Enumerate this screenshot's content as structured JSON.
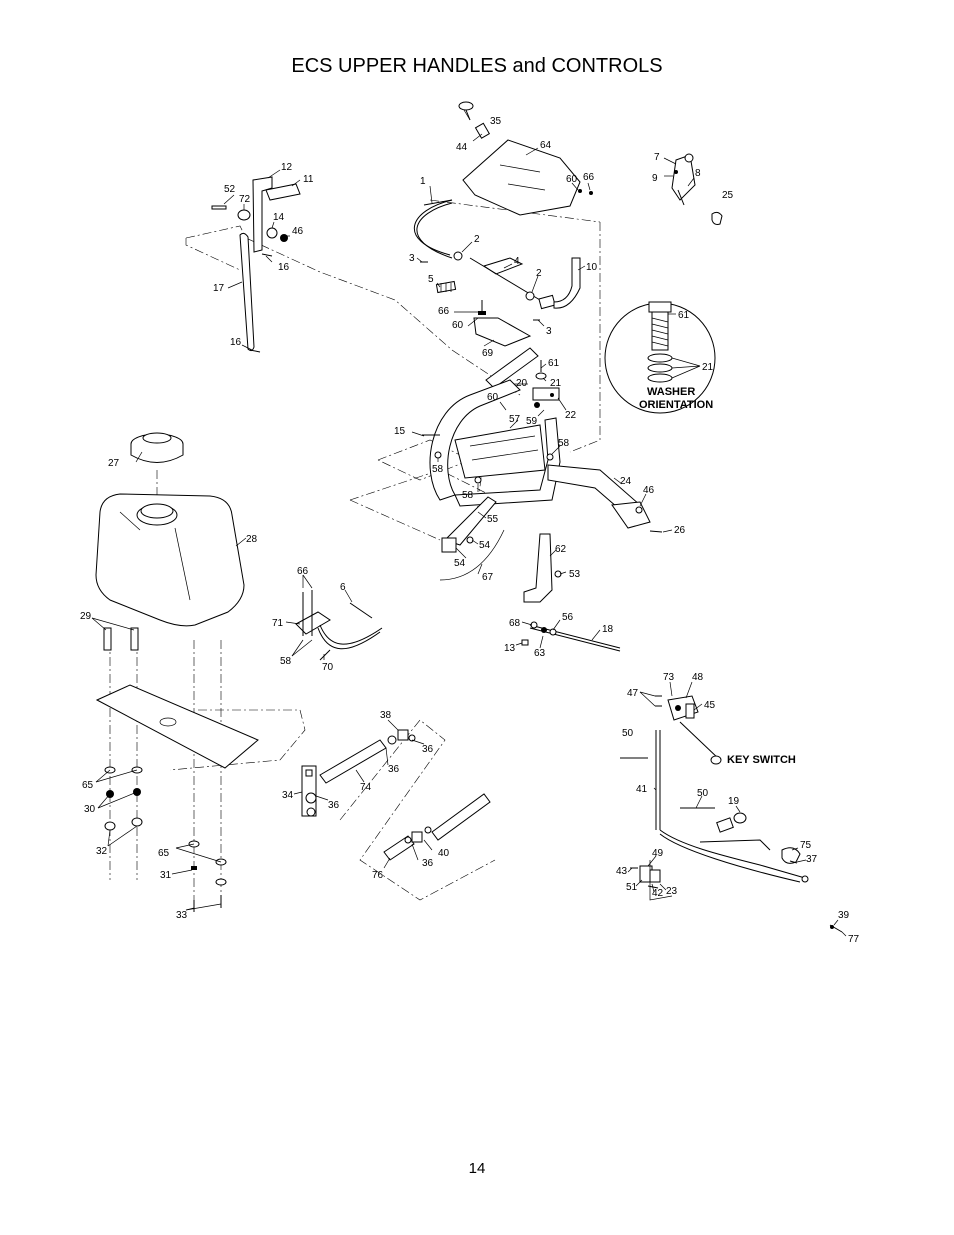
{
  "page": {
    "title": "ECS UPPER HANDLES and CONTROLS",
    "page_number": "14"
  },
  "notes": {
    "washer_orientation_line1": "WASHER",
    "washer_orientation_line2": "ORIENTATION",
    "key_switch": "KEY SWITCH"
  },
  "callouts": [
    {
      "label": "35"
    },
    {
      "label": "44"
    },
    {
      "label": "64"
    },
    {
      "label": "60"
    },
    {
      "label": "66"
    },
    {
      "label": "7"
    },
    {
      "label": "9"
    },
    {
      "label": "8"
    },
    {
      "label": "25"
    },
    {
      "label": "12"
    },
    {
      "label": "11"
    },
    {
      "label": "52"
    },
    {
      "label": "72"
    },
    {
      "label": "14"
    },
    {
      "label": "46"
    },
    {
      "label": "16"
    },
    {
      "label": "1"
    },
    {
      "label": "2"
    },
    {
      "label": "3"
    },
    {
      "label": "4"
    },
    {
      "label": "10"
    },
    {
      "label": "5"
    },
    {
      "label": "2"
    },
    {
      "label": "66"
    },
    {
      "label": "60"
    },
    {
      "label": "3"
    },
    {
      "label": "61"
    },
    {
      "label": "21"
    },
    {
      "label": "17"
    },
    {
      "label": "16"
    },
    {
      "label": "69"
    },
    {
      "label": "61"
    },
    {
      "label": "20"
    },
    {
      "label": "21"
    },
    {
      "label": "60"
    },
    {
      "label": "57"
    },
    {
      "label": "59"
    },
    {
      "label": "22"
    },
    {
      "label": "15"
    },
    {
      "label": "58"
    },
    {
      "label": "58"
    },
    {
      "label": "58"
    },
    {
      "label": "24"
    },
    {
      "label": "46"
    },
    {
      "label": "26"
    },
    {
      "label": "27"
    },
    {
      "label": "28"
    },
    {
      "label": "55"
    },
    {
      "label": "54"
    },
    {
      "label": "54"
    },
    {
      "label": "67"
    },
    {
      "label": "66"
    },
    {
      "label": "6"
    },
    {
      "label": "62"
    },
    {
      "label": "53"
    },
    {
      "label": "29"
    },
    {
      "label": "71"
    },
    {
      "label": "58"
    },
    {
      "label": "70"
    },
    {
      "label": "68"
    },
    {
      "label": "56"
    },
    {
      "label": "18"
    },
    {
      "label": "13"
    },
    {
      "label": "63"
    },
    {
      "label": "73"
    },
    {
      "label": "48"
    },
    {
      "label": "47"
    },
    {
      "label": "45"
    },
    {
      "label": "38"
    },
    {
      "label": "36"
    },
    {
      "label": "50"
    },
    {
      "label": "65"
    },
    {
      "label": "34"
    },
    {
      "label": "36"
    },
    {
      "label": "74"
    },
    {
      "label": "36"
    },
    {
      "label": "30"
    },
    {
      "label": "41"
    },
    {
      "label": "50"
    },
    {
      "label": "19"
    },
    {
      "label": "32"
    },
    {
      "label": "40"
    },
    {
      "label": "36"
    },
    {
      "label": "76"
    },
    {
      "label": "65"
    },
    {
      "label": "31"
    },
    {
      "label": "33"
    },
    {
      "label": "75"
    },
    {
      "label": "37"
    },
    {
      "label": "49"
    },
    {
      "label": "43"
    },
    {
      "label": "51"
    },
    {
      "label": "42"
    },
    {
      "label": "23"
    },
    {
      "label": "39"
    },
    {
      "label": "77"
    }
  ]
}
